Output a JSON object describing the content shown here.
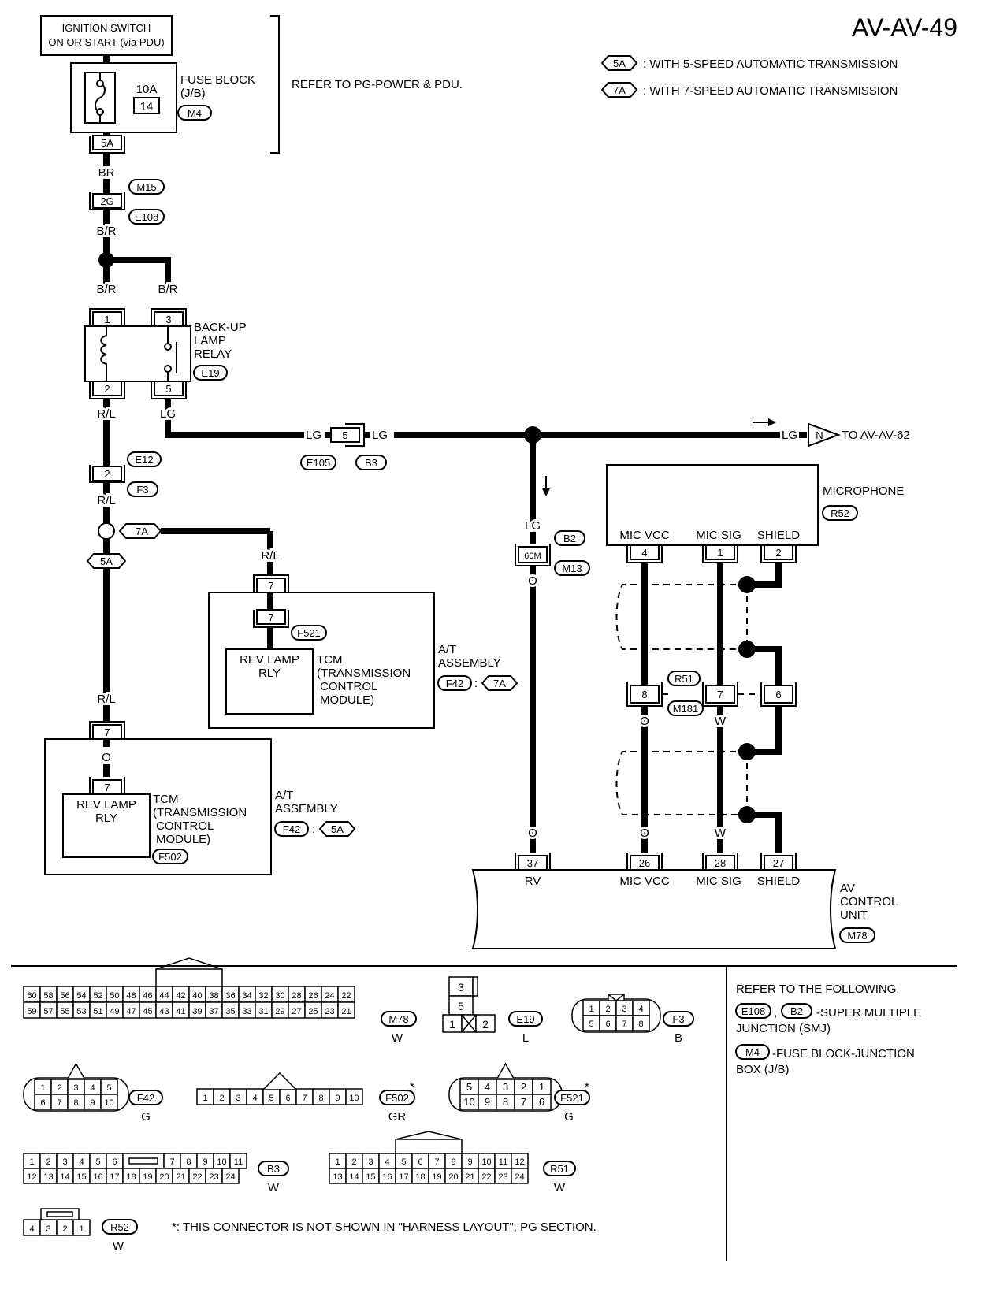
{
  "page_id": "AV-AV-49",
  "legend": [
    {
      "tag": "5A",
      "text": ": WITH 5-SPEED AUTOMATIC TRANSMISSION"
    },
    {
      "tag": "7A",
      "text": ": WITH 7-SPEED AUTOMATIC TRANSMISSION"
    }
  ],
  "ignition": {
    "line1": "IGNITION SWITCH",
    "line2": "ON OR START (via PDU)"
  },
  "fuse": {
    "amp": "10A",
    "num": "14",
    "label1": "FUSE BLOCK",
    "label2": "(J/B)",
    "conn": "M4",
    "pin": "5A"
  },
  "refer_pg": "REFER TO PG-POWER & PDU.",
  "wires": {
    "br": "BR",
    "br2": "B/R",
    "rl": "R/L",
    "lg": "LG",
    "o": "O",
    "w": "W"
  },
  "conn": {
    "m15": "M15",
    "e108": "E108",
    "pin_2g": "2G",
    "e19": "E19",
    "e12": "E12",
    "f3": "F3",
    "pin_2": "2",
    "e105": "E105",
    "b3": "B3",
    "pin_5": "5",
    "b2": "B2",
    "m13": "M13",
    "pin_60m": "60M",
    "r52": "R52",
    "r51": "R51",
    "m181": "M181",
    "f521": "F521",
    "f502": "F502",
    "f42": "F42",
    "m78": "M78",
    "tag5a": "5A",
    "tag7a": "7A",
    "n": "N"
  },
  "relay": {
    "line1": "BACK-UP",
    "line2": "LAMP",
    "line3": "RELAY",
    "p1": "1",
    "p2": "2",
    "p3": "3",
    "p5": "5"
  },
  "to_av62": "TO AV-AV-62",
  "microphone": {
    "name": "MICROPHONE",
    "mic_vcc": "MIC VCC",
    "mic_sig": "MIC SIG",
    "shield": "SHIELD",
    "p4": "4",
    "p1": "1",
    "p2": "2"
  },
  "r51_pins": {
    "p8": "8",
    "p7": "7",
    "p6": "6"
  },
  "tcm": {
    "rev1": "REV LAMP",
    "rev2": "RLY",
    "tcm": "TCM",
    "l2": "(TRANSMISSION",
    "l3": "CONTROL",
    "l4": "MODULE)",
    "pin": "7"
  },
  "at_assembly": {
    "l1": "A/T",
    "l2": "ASSEMBLY",
    "colon": ":"
  },
  "av_unit": {
    "l1": "AV",
    "l2": "CONTROL",
    "l3": "UNIT",
    "p37": "37",
    "p26": "26",
    "p28": "28",
    "p27": "27",
    "rv": "RV",
    "mic_vcc": "MIC VCC",
    "mic_sig": "MIC SIG",
    "shield": "SHIELD"
  },
  "faces": {
    "m78_top": [
      "60",
      "58",
      "56",
      "54",
      "52",
      "50",
      "48",
      "46",
      "44",
      "42",
      "40",
      "38",
      "36",
      "34",
      "32",
      "30",
      "28",
      "26",
      "24",
      "22"
    ],
    "m78_bot": [
      "59",
      "57",
      "55",
      "53",
      "51",
      "49",
      "47",
      "45",
      "43",
      "41",
      "39",
      "37",
      "35",
      "33",
      "31",
      "29",
      "27",
      "25",
      "23",
      "21"
    ],
    "m78_color": "W",
    "e19_pins": [
      "3",
      "5",
      "1",
      "2"
    ],
    "e19_color": "L",
    "f3_top": [
      "1",
      "2",
      "3",
      "4"
    ],
    "f3_bot": [
      "5",
      "6",
      "7",
      "8"
    ],
    "f3_color": "B",
    "f42_top": [
      "1",
      "2",
      "3",
      "4",
      "5"
    ],
    "f42_bot": [
      "6",
      "7",
      "8",
      "9",
      "10"
    ],
    "f42_color": "G",
    "f502_pins": [
      "1",
      "2",
      "3",
      "4",
      "5",
      "6",
      "7",
      "8",
      "9",
      "10"
    ],
    "f502_color": "GR",
    "f521_top": [
      "5",
      "4",
      "3",
      "2",
      "1"
    ],
    "f521_bot": [
      "10",
      "9",
      "8",
      "7",
      "6"
    ],
    "f521_color": "G",
    "b3_top_a": [
      "1",
      "2",
      "3",
      "4",
      "5",
      "6"
    ],
    "b3_top_b": [
      "7",
      "8",
      "9",
      "10",
      "11"
    ],
    "b3_bot": [
      "12",
      "13",
      "14",
      "15",
      "16",
      "17",
      "18",
      "19",
      "20",
      "21",
      "22",
      "23",
      "24"
    ],
    "b3_color": "W",
    "r51_top": [
      "1",
      "2",
      "3",
      "4",
      "5",
      "6",
      "7",
      "8",
      "9",
      "10",
      "11",
      "12"
    ],
    "r51_bot": [
      "13",
      "14",
      "15",
      "16",
      "17",
      "18",
      "19",
      "20",
      "21",
      "22",
      "23",
      "24"
    ],
    "r51_color": "W",
    "r52_pins": [
      "4",
      "3",
      "2",
      "1"
    ],
    "r52_color": "W"
  },
  "star": "*",
  "footnote": "*: THIS CONNECTOR IS NOT SHOWN IN \"HARNESS LAYOUT\", PG SECTION.",
  "refer_box": {
    "l1": "REFER TO THE FOLLOWING.",
    "smj1": "-SUPER MULTIPLE",
    "smj2": "JUNCTION (SMJ)",
    "jb1": "-FUSE BLOCK-JUNCTION",
    "jb2": "BOX (J/B)",
    "sep": ","
  }
}
